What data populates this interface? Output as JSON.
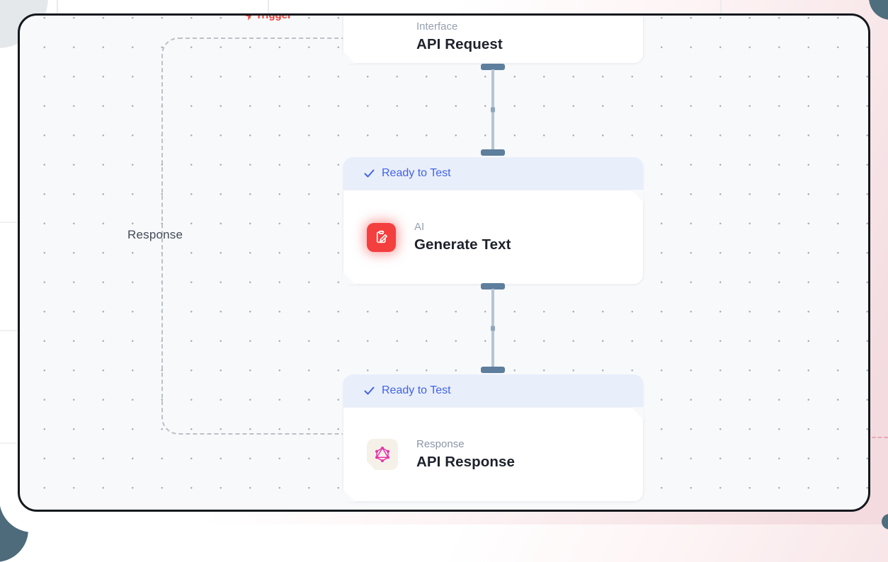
{
  "canvas": {
    "background": "#f7f9fb",
    "frame_color": "#15181d",
    "dot_color": "#a8afb8"
  },
  "trigger": {
    "label": "Trigger",
    "color": "#f04438"
  },
  "loop": {
    "label": "Response",
    "line_color": "#bcc1c6"
  },
  "badge": {
    "check_glyph": "✓",
    "text_color": "#4064e4",
    "background": "#e9eefb"
  },
  "nodes": [
    {
      "id": "api-request",
      "category": "Interface",
      "title": "API Request",
      "icon": "graphql-icon",
      "badge": null
    },
    {
      "id": "generate-text",
      "category": "AI",
      "title": "Generate Text",
      "icon": "ai-edit-icon",
      "badge": "Ready to Test"
    },
    {
      "id": "api-response",
      "category": "Response",
      "title": "API Response",
      "icon": "graphql-icon",
      "badge": "Ready to Test"
    }
  ],
  "connector_colors": {
    "cap": "#5d7e9c",
    "line": "#b6c5d3"
  },
  "accent_colors": {
    "node_icon_pink": "#e535ab",
    "node_icon_red": "#f43f3f",
    "teal_corner": "#4e6d7d"
  }
}
